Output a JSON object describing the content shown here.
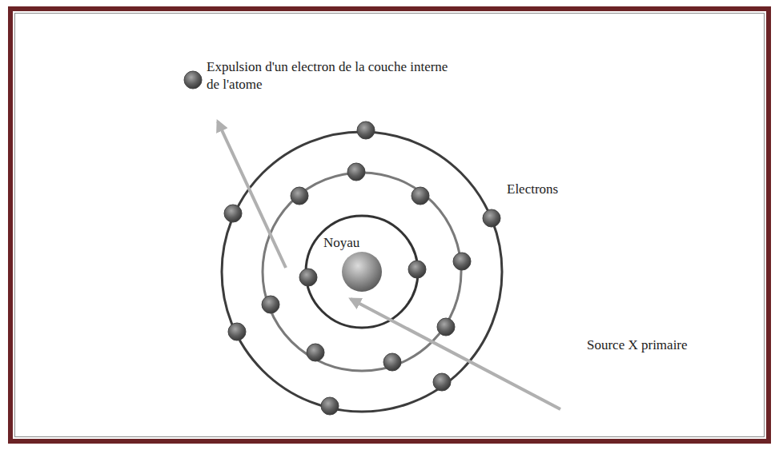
{
  "diagram": {
    "labels": [
      "Expulsion d'un electron de la couche interne de l'atome",
      "Electrons",
      "Noyau",
      "Source X primaire"
    ]
  }
}
